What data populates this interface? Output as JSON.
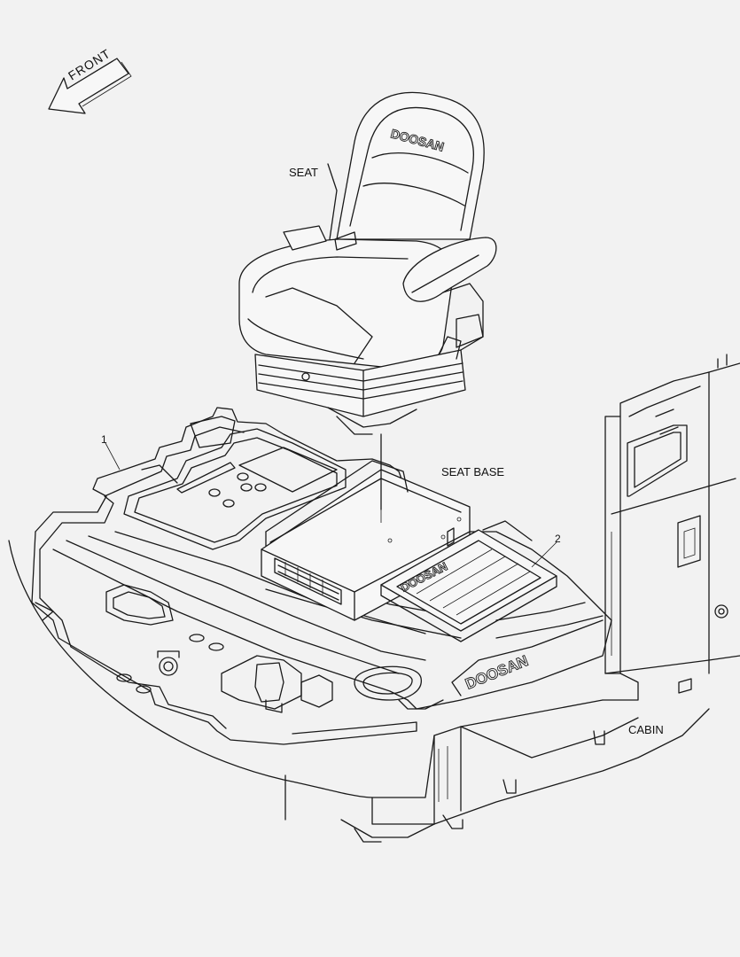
{
  "labels": {
    "front": "FRONT",
    "seat": "SEAT",
    "seat_base": "SEAT BASE",
    "cabin": "CABIN",
    "callout_1": "1",
    "callout_2": "2"
  },
  "logo": {
    "brand": "DOOSAN"
  },
  "colors": {
    "background": "#f2f2f2",
    "line": "#1a1a1a"
  }
}
